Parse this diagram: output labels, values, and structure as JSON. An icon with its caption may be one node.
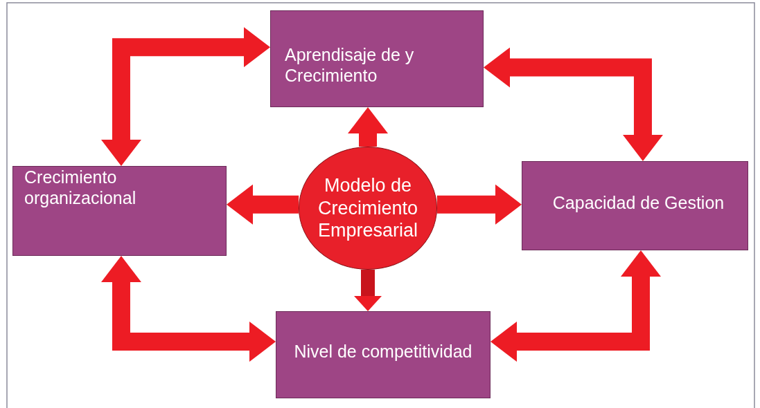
{
  "diagram": {
    "nodes": [
      {
        "text": [
          "Aprendisaje de y Crecimiento"
        ]
      },
      {
        "text": [
          "Crecimiento organizacional"
        ]
      },
      {
        "text": [
          "Modelo de Crecimiento Empresarial"
        ]
      },
      {
        "text": [
          "Capacidad de Gestion"
        ]
      },
      {
        "text": [
          "Nivel de competitividad"
        ]
      }
    ],
    "edges": [
      {
        "from": 2,
        "to": 0,
        "arrow": "to"
      },
      {
        "from": 2,
        "to": 1,
        "arrow": "to"
      },
      {
        "from": 2,
        "to": 3,
        "arrow": "to"
      },
      {
        "from": 2,
        "to": 4,
        "arrow": "to",
        "style": "dashed"
      },
      {
        "from": 0,
        "to": 1,
        "arrow": "both"
      },
      {
        "from": 0,
        "to": 3,
        "arrow": "both"
      },
      {
        "from": 1,
        "to": 4,
        "arrow": "both"
      },
      {
        "from": 3,
        "to": 4,
        "arrow": "both"
      }
    ]
  }
}
